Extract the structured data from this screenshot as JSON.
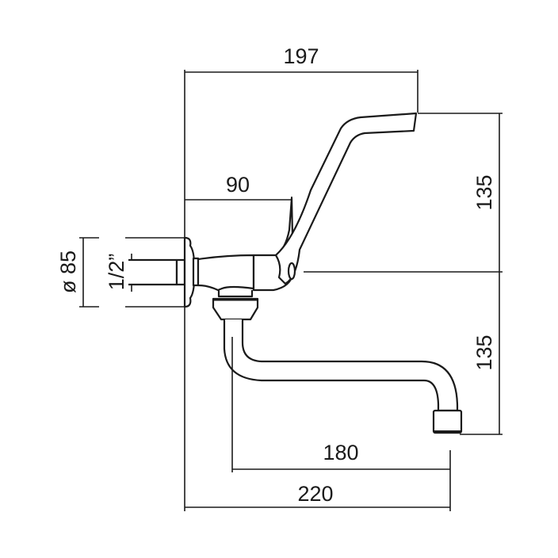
{
  "drawing": {
    "title": "Wall-mounted tap with lever handle and swivel spout",
    "dimensions": {
      "overall_handle_reach": "197",
      "body_to_handle": "90",
      "handle_height": "135",
      "spout_drop": "135",
      "spout_reach": "180",
      "overall_depth": "220",
      "flange_diameter": "ø 85",
      "thread_size": "1/2”"
    },
    "colors": {
      "line": "#1a1a1a",
      "background": "#ffffff"
    }
  }
}
